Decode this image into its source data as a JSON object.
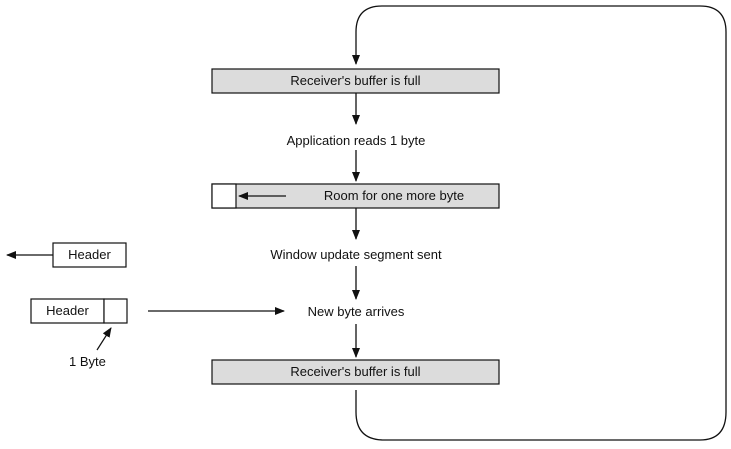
{
  "buffer_full_top": "Receiver's buffer is full",
  "app_reads": "Application reads 1 byte",
  "room_one_more": "Room for one more byte",
  "window_update": "Window update segment sent",
  "header_out": "Header",
  "header_in": "Header",
  "new_byte_arrives": "New byte arrives",
  "one_byte": "1 Byte",
  "buffer_full_bottom": "Receiver's buffer is full",
  "colors": {
    "buffer_fill": "#dcdcdc",
    "stroke": "#111111",
    "background": "#ffffff"
  }
}
